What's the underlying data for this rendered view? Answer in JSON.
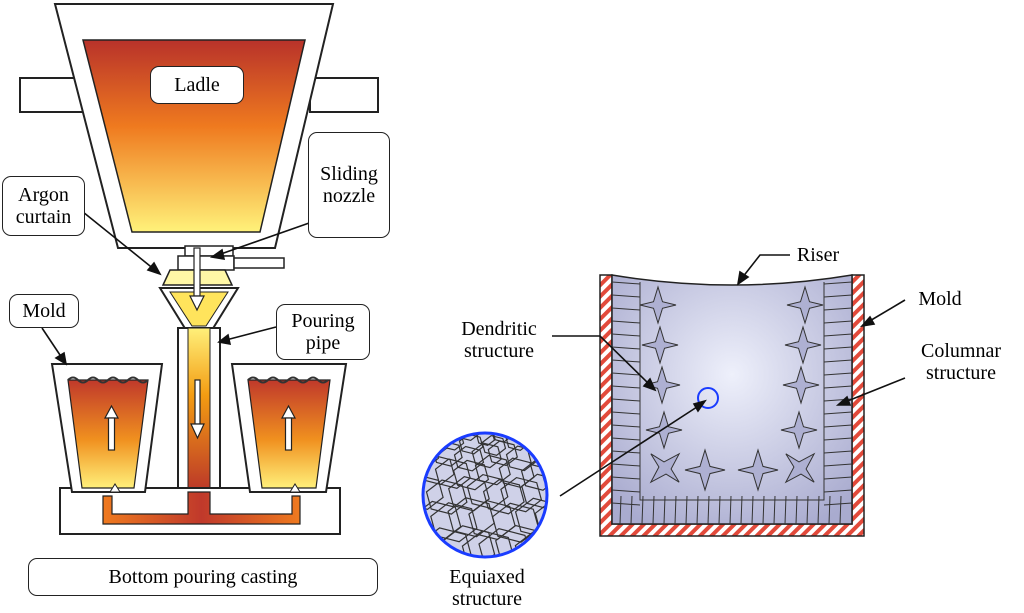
{
  "left_panel": {
    "ladle_label": "Ladle",
    "sliding_nozzle_label": "Sliding\nnozzle",
    "argon_curtain_label": "Argon\ncurtain",
    "mold_label": "Mold",
    "pouring_pipe_label": "Pouring\npipe",
    "caption": "Bottom pouring casting"
  },
  "right_panel": {
    "riser_label": "Riser",
    "mold_label": "Mold",
    "dendritic_label": "Dendritic\nstructure",
    "columnar_label": "Columnar\nstructure",
    "equiaxed_label": "Equiaxed\nstructure"
  },
  "colors": {
    "melt_top": "#c0392b",
    "melt_mid": "#f39c12",
    "melt_bottom": "#fff176",
    "ingot_fill": "#c9cbe4",
    "mold_hatch": "#e24a3b",
    "grain_fill": "#cfd1e8"
  }
}
